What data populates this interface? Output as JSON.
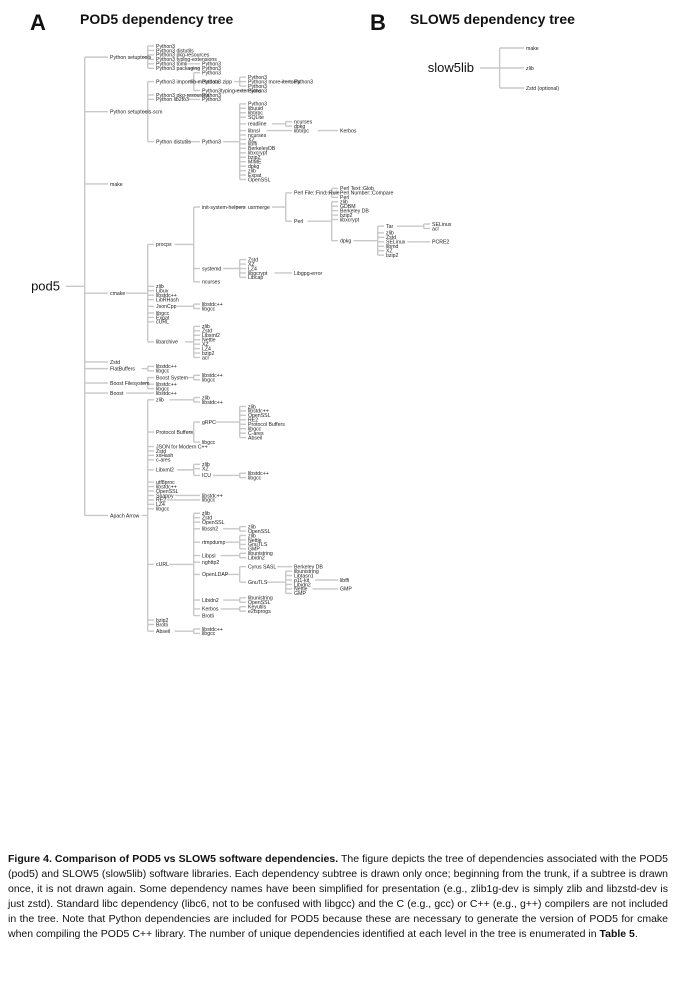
{
  "panel_a": {
    "letter": "A",
    "title": "POD5 dependency tree",
    "root": "pod5",
    "children": [
      {
        "label": "Python setuptools",
        "children": [
          {
            "label": "Python3"
          },
          {
            "label": "Python3 distutils"
          },
          {
            "label": "Python3 pkg-resources"
          },
          {
            "label": "Python3 typing-extensions"
          },
          {
            "label": "Python3 tomli",
            "children": [
              {
                "label": "Python3"
              }
            ]
          },
          {
            "label": "Python3 packaging",
            "children": [
              {
                "label": "Python3"
              }
            ]
          }
        ]
      },
      {
        "label": "Python setuptools-scm",
        "children": [
          {
            "label": "Python3 importlib-metadata",
            "children": [
              {
                "label": "Python3"
              },
              {
                "label": "Python3 zipp",
                "children": [
                  {
                    "label": "Python3"
                  },
                  {
                    "label": "Python3 more-itertools",
                    "children": [
                      {
                        "label": "Python3"
                      }
                    ]
                  },
                  {
                    "label": "Python3"
                  }
                ]
              },
              {
                "label": "Python3typing-extensions",
                "children": [
                  {
                    "label": "Python3"
                  }
                ]
              }
            ]
          },
          {
            "label": "Python3 pkg-resources",
            "children": [
              {
                "label": "Python3"
              }
            ]
          },
          {
            "label": "Python lib2to3",
            "children": [
              {
                "label": "Python3"
              }
            ]
          },
          {
            "label": "Python distutils",
            "children": [
              {
                "label": "Python3",
                "children": [
                  {
                    "label": "Python3"
                  },
                  {
                    "label": "libuuid"
                  },
                  {
                    "label": "libtirpc"
                  },
                  {
                    "label": "SQLite"
                  },
                  {
                    "label": "readline",
                    "children": [
                      {
                        "label": "ncurses"
                      },
                      {
                        "label": "dpkg"
                      }
                    ]
                  },
                  {
                    "label": "libnsl",
                    "children": [
                      {
                        "label": "libtirpc",
                        "children": [
                          {
                            "label": "Kerbos"
                          }
                        ]
                      }
                    ]
                  },
                  {
                    "label": "ncurses"
                  },
                  {
                    "label": "XZ"
                  },
                  {
                    "label": "libffi"
                  },
                  {
                    "label": "BerkeleyDB"
                  },
                  {
                    "label": "libxcrypt"
                  },
                  {
                    "label": "bzip2"
                  },
                  {
                    "label": "MIME"
                  },
                  {
                    "label": "dpkg"
                  },
                  {
                    "label": "zlib"
                  },
                  {
                    "label": "Expat"
                  },
                  {
                    "label": "OpenSSL"
                  }
                ]
              }
            ]
          }
        ]
      },
      {
        "label": "make"
      },
      {
        "label": "cmake",
        "children": [
          {
            "label": "procps",
            "children": [
              {
                "label": "init-system-helpers",
                "children": [
                  {
                    "label": "usrmerge",
                    "children": [
                      {
                        "label": "Perl File::Find::Rule",
                        "children": [
                          {
                            "label": "Perl Text::Glob"
                          },
                          {
                            "label": "Perl Number::Compare"
                          },
                          {
                            "label": "Perl"
                          }
                        ]
                      },
                      {
                        "label": "Perl",
                        "children": [
                          {
                            "label": "zlib"
                          },
                          {
                            "label": "GDBM"
                          },
                          {
                            "label": "Berkeley DB"
                          },
                          {
                            "label": "bzip2"
                          },
                          {
                            "label": "libxcrypt"
                          },
                          {
                            "label": "dpkg",
                            "children": [
                              {
                                "label": "Tar",
                                "children": [
                                  {
                                    "label": "SELinux"
                                  },
                                  {
                                    "label": "acl"
                                  }
                                ]
                              },
                              {
                                "label": "zlib"
                              },
                              {
                                "label": "Zstd"
                              },
                              {
                                "label": "SELinux",
                                "children": [
                                  {
                                    "label": "PCRE2"
                                  }
                                ]
                              },
                              {
                                "label": "libmd"
                              },
                              {
                                "label": "XZ"
                              },
                              {
                                "label": "bzip2"
                              }
                            ]
                          }
                        ]
                      }
                    ]
                  }
                ]
              },
              {
                "label": "systemd",
                "children": [
                  {
                    "label": "Zstd"
                  },
                  {
                    "label": "XZ"
                  },
                  {
                    "label": "LZ4"
                  },
                  {
                    "label": "libgcrypt",
                    "children": [
                      {
                        "label": "Libgpg-error"
                      }
                    ]
                  },
                  {
                    "label": "Libcap"
                  }
                ]
              },
              {
                "label": "ncurses"
              }
            ]
          },
          {
            "label": "zlib"
          },
          {
            "label": "Libuv"
          },
          {
            "label": "libstdc++"
          },
          {
            "label": "LibRHash"
          },
          {
            "label": "JsonCpp",
            "children": [
              {
                "label": "libstdc++"
              },
              {
                "label": "libgcc"
              }
            ]
          },
          {
            "label": "libgcc"
          },
          {
            "label": "Expat"
          },
          {
            "label": "cURL"
          },
          {
            "label": "libarchive",
            "children": [
              {
                "label": "zlib"
              },
              {
                "label": "Zstd"
              },
              {
                "label": "Libxml2"
              },
              {
                "label": "Nettle"
              },
              {
                "label": "XZ"
              },
              {
                "label": "LZ4"
              },
              {
                "label": "bzip2"
              },
              {
                "label": "acl"
              }
            ]
          }
        ]
      },
      {
        "label": "Zstd"
      },
      {
        "label": "FlatBuffers",
        "children": [
          {
            "label": "libstdc++"
          },
          {
            "label": "libgcc"
          }
        ]
      },
      {
        "label": "Boost Filesystem",
        "children": [
          {
            "label": "Boost System",
            "children": [
              {
                "label": "libstdc++"
              },
              {
                "label": "libgcc"
              }
            ]
          },
          {
            "label": "libstdc++"
          },
          {
            "label": "libgcc"
          }
        ]
      },
      {
        "label": "Boost",
        "children": [
          {
            "label": "libstdc++"
          }
        ]
      },
      {
        "label": "Apach Arrow",
        "children": [
          {
            "label": "zlib",
            "children": [
              {
                "label": "zlib"
              },
              {
                "label": "libstdc++"
              }
            ]
          },
          {
            "label": "Protocol Buffers",
            "children": [
              {
                "label": "gRPC",
                "children": [
                  {
                    "label": "zlib"
                  },
                  {
                    "label": "libstdc++"
                  },
                  {
                    "label": "OpenSSL"
                  },
                  {
                    "label": "RE2"
                  },
                  {
                    "label": "Protocol Buffers"
                  },
                  {
                    "label": "libgcc"
                  },
                  {
                    "label": "C-ares"
                  },
                  {
                    "label": "Abseil"
                  }
                ]
              },
              {
                "label": "libgcc"
              }
            ]
          },
          {
            "label": "JSON for Modern C++"
          },
          {
            "label": "Zstd"
          },
          {
            "label": "xxHash"
          },
          {
            "label": "c-ares"
          },
          {
            "label": "Libxml2",
            "children": [
              {
                "label": "zlib"
              },
              {
                "label": "XZ"
              },
              {
                "label": "ICU",
                "children": [
                  {
                    "label": "libstdc++"
                  },
                  {
                    "label": "libgcc"
                  }
                ]
              }
            ]
          },
          {
            "label": "utf8proc"
          },
          {
            "label": "libstdc++"
          },
          {
            "label": "OpenSSL"
          },
          {
            "label": "Snappy",
            "children": [
              {
                "label": "libstdc++"
              }
            ]
          },
          {
            "label": "RE2",
            "children": [
              {
                "label": "libgcc"
              }
            ]
          },
          {
            "label": "LZ4"
          },
          {
            "label": "libgcc"
          },
          {
            "label": "cURL",
            "children": [
              {
                "label": "zlib"
              },
              {
                "label": "Zstd"
              },
              {
                "label": "OpenSSL"
              },
              {
                "label": "libssh2",
                "children": [
                  {
                    "label": "zlib"
                  },
                  {
                    "label": "OpenSSL"
                  }
                ]
              },
              {
                "label": "rtmpdump",
                "children": [
                  {
                    "label": "zlib"
                  },
                  {
                    "label": "Nettle"
                  },
                  {
                    "label": "GnuTLS"
                  },
                  {
                    "label": "GMP"
                  }
                ]
              },
              {
                "label": "Libpsl",
                "children": [
                  {
                    "label": "libunistring"
                  },
                  {
                    "label": "Libidn2"
                  }
                ]
              },
              {
                "label": "nghttp2"
              },
              {
                "label": "OpenLDAP",
                "children": [
                  {
                    "label": "Cyrus SASL",
                    "children": [
                      {
                        "label": "Berkeley DB"
                      }
                    ]
                  },
                  {
                    "label": "GnuTLS",
                    "children": [
                      {
                        "label": "libunistring"
                      },
                      {
                        "label": "Libtasn1"
                      },
                      {
                        "label": "p11-kit",
                        "children": [
                          {
                            "label": "libffi"
                          }
                        ]
                      },
                      {
                        "label": "Libidn2"
                      },
                      {
                        "label": "Nettle",
                        "children": [
                          {
                            "label": "GMP"
                          }
                        ]
                      },
                      {
                        "label": "GMP"
                      }
                    ]
                  }
                ]
              },
              {
                "label": "Libidn2",
                "children": [
                  {
                    "label": "libunistring"
                  },
                  {
                    "label": "OpenSSL"
                  }
                ]
              },
              {
                "label": "Kerbos",
                "children": [
                  {
                    "label": "Keyutils"
                  },
                  {
                    "label": "e2fsprogs"
                  }
                ]
              },
              {
                "label": "Brotli"
              }
            ]
          },
          {
            "label": "bzip2"
          },
          {
            "label": "Brotli"
          },
          {
            "label": "Abseil",
            "children": [
              {
                "label": "libstdc++"
              },
              {
                "label": "libgcc"
              }
            ]
          }
        ]
      }
    ]
  },
  "panel_b": {
    "letter": "B",
    "title": "SLOW5 dependency tree",
    "root": "slow5lib",
    "children": [
      {
        "label": "make"
      },
      {
        "label": "zlib"
      },
      {
        "label": "Zstd (optional)"
      }
    ]
  },
  "caption": {
    "lead": "Figure 4. Comparison of POD5 vs SLOW5 software dependencies.",
    "body": " The figure depicts the tree of dependencies associated with the POD5 (pod5) and SLOW5 (slow5lib) software libraries. Each dependency subtree is drawn only once; beginning from the trunk, if a subtree is drawn once, it is not drawn again. Some dependency names have been simplified for presentation (e.g., zlib1g-dev is simply zlib and libzstd-dev is just zstd). Standard libc dependency (libc6, not to be confused with libgcc) and the C (e.g., gcc) or C++ (e.g., g++) compilers are not included in the tree. Note that Python dependencies are included for POD5 because these are necessary to generate the version of POD5 for cmake when compiling the POD5 C++ library. The number of unique dependencies identified at each level in the tree is enumerated in ",
    "table_ref": "Table 5",
    "end": "."
  }
}
